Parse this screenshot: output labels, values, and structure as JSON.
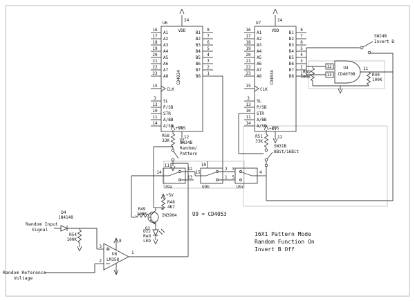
{
  "title_note": "U9 = CD4053",
  "caption": {
    "line1": "16X1 Pattern Mode",
    "line2": "Random Function On",
    "line3": "Invert B Off"
  },
  "u6": {
    "ref": "U6",
    "part": "CD4034",
    "vdd": "VDD",
    "vss": "VSS",
    "pin24": "24",
    "pin12": "12",
    "clk": {
      "n": "15",
      "l": "CLK"
    },
    "a": [
      {
        "n": "16",
        "l": "A1"
      },
      {
        "n": "17",
        "l": "A2"
      },
      {
        "n": "18",
        "l": "A3"
      },
      {
        "n": "19",
        "l": "A4"
      },
      {
        "n": "20",
        "l": "A5"
      },
      {
        "n": "21",
        "l": "A6"
      },
      {
        "n": "22",
        "l": "A7"
      },
      {
        "n": "23",
        "l": "A8"
      }
    ],
    "ctl": [
      {
        "n": "3",
        "l": "SL"
      },
      {
        "n": "13",
        "l": "P/SB"
      },
      {
        "n": "10",
        "l": "STR"
      },
      {
        "n": "11",
        "l": "A/BB"
      },
      {
        "n": "14",
        "l": "A/SB"
      }
    ],
    "b": [
      {
        "n": "8",
        "l": "B1"
      },
      {
        "n": "7",
        "l": "B2"
      },
      {
        "n": "6",
        "l": "B3"
      },
      {
        "n": "5",
        "l": "B4"
      },
      {
        "n": "4",
        "l": "B5"
      },
      {
        "n": "3",
        "l": "B6"
      },
      {
        "n": "2",
        "l": "B7"
      },
      {
        "n": "1",
        "l": "B8"
      }
    ]
  },
  "u7": {
    "ref": "U7",
    "part": "CD4034",
    "vdd": "VDD",
    "vss": "VSS",
    "pin24": "24",
    "pin12": "12",
    "clk": {
      "n": "15",
      "l": "CLK"
    },
    "a": [
      {
        "n": "16",
        "l": "A1"
      },
      {
        "n": "17",
        "l": "A2"
      },
      {
        "n": "18",
        "l": "A3"
      },
      {
        "n": "19",
        "l": "A4"
      },
      {
        "n": "20",
        "l": "A5"
      },
      {
        "n": "21",
        "l": "A6"
      },
      {
        "n": "22",
        "l": "A7"
      },
      {
        "n": "23",
        "l": "A8"
      }
    ],
    "ctl": [
      {
        "n": "3",
        "l": "SL"
      },
      {
        "n": "13",
        "l": "P/SB"
      },
      {
        "n": "10",
        "l": "STR"
      },
      {
        "n": "11",
        "l": "A/BB"
      },
      {
        "n": "14",
        "l": "A/SB"
      }
    ],
    "b": [
      {
        "n": "8",
        "l": "B1"
      },
      {
        "n": "7",
        "l": "B2"
      },
      {
        "n": "6",
        "l": "B3"
      },
      {
        "n": "5",
        "l": "B4"
      },
      {
        "n": "4",
        "l": "B5"
      },
      {
        "n": "3",
        "l": "B6"
      },
      {
        "n": "2",
        "l": "B7"
      },
      {
        "n": "1",
        "l": "B8"
      }
    ]
  },
  "invert_sw": {
    "name": "SW24B",
    "label": "Invert B"
  },
  "gate": {
    "ref": "U4",
    "part": "CD4070B",
    "pin_in_top": "12",
    "pin_in_bot": "13",
    "pin_out": "11"
  },
  "resistors": {
    "r39": {
      "ref": "R39",
      "val": "100K"
    },
    "r40": {
      "ref": "R40",
      "val": "100K"
    },
    "r58": {
      "ref": "R58",
      "val": "33K"
    },
    "r51": {
      "ref": "R51",
      "val": "33K"
    },
    "r54": {
      "ref": "R54",
      "val": "100K"
    },
    "r49": {
      "ref": "R49",
      "val": "100K"
    },
    "r48": {
      "ref": "R48",
      "val": "4K7"
    }
  },
  "sw34": {
    "name": "SW34B",
    "label1": "Random/",
    "label2": "Pattern"
  },
  "sw31": {
    "name": "SW31B",
    "label": "8Bit/16Bit"
  },
  "u9a": {
    "ref": "U9a",
    "sel": "11",
    "com": "14",
    "ch1": "12",
    "ch2": "13"
  },
  "u9b": {
    "ref": "U9b",
    "sel": "10",
    "com": "15",
    "ch1": "2",
    "ch2": "1"
  },
  "u9c": {
    "ref": "U9c",
    "ch1": "3",
    "ch2": "5",
    "com": "4"
  },
  "opamp": {
    "ref": "U8",
    "part": "LM358",
    "plus": "3",
    "minus": "2",
    "out": "1",
    "vplus": "8"
  },
  "d4": {
    "ref": "D4",
    "part": "1N4148"
  },
  "q2": {
    "ref": "Q2",
    "part": "2N3904"
  },
  "led": {
    "ref": "D22",
    "color": "Red",
    "type": "LED"
  },
  "nets": {
    "vcc": "+5V"
  },
  "io": {
    "input1a": "Random Input",
    "input1b": "Signal",
    "ref1a": "Random Reference",
    "ref1b": "Voltage"
  },
  "colors": {
    "wire": "#3a3a3a",
    "text": "#141414",
    "frame": "#b9b9b9",
    "highlight": "#c9c9c9"
  }
}
